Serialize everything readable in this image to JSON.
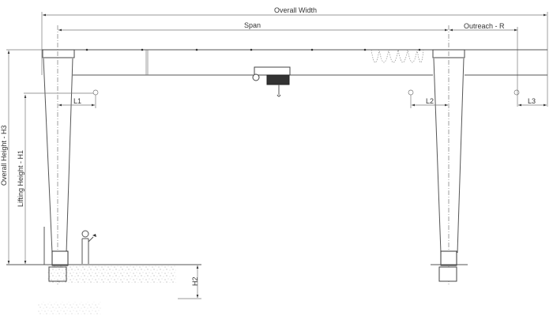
{
  "labels": {
    "overall_width": "Overall Width",
    "span": "Span",
    "outreach": "Outreach - R",
    "l1": "L1",
    "l2": "L2",
    "l3": "L3",
    "overall_height": "Overall Height - H3",
    "lifting_height": "Lifting Height - H1",
    "h2": "H2"
  }
}
